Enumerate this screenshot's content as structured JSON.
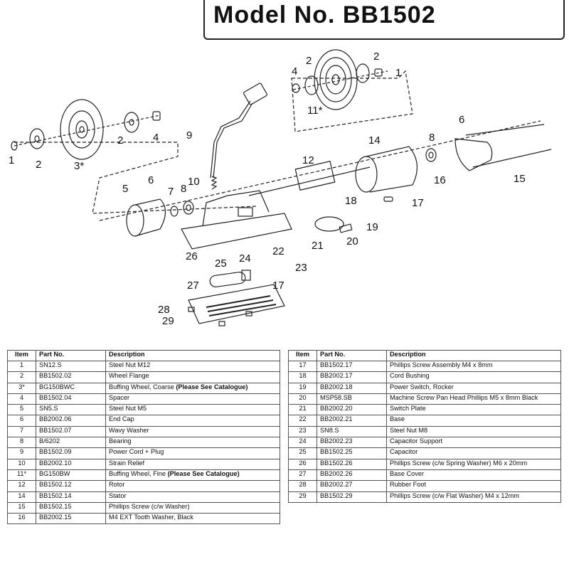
{
  "title": "Model No. BB1502",
  "diagram_labels": {
    "l1a": "1",
    "l2a": "2",
    "l3": "3*",
    "l2b": "2",
    "l4a": "4",
    "l4b": "4",
    "l2c": "2",
    "l11": "11*",
    "l2d": "2",
    "l1b": "1",
    "l9": "9",
    "l10": "10",
    "l5": "5",
    "l6a": "6",
    "l7": "7",
    "l8a": "8",
    "l12": "12",
    "l14": "14",
    "l8b": "8",
    "l6b": "6",
    "l15": "15",
    "l16": "16",
    "l17a": "17",
    "l18": "18",
    "l19": "19",
    "l20": "20",
    "l21": "21",
    "l22": "22",
    "l26": "26",
    "l24": "24",
    "l25": "25",
    "l23": "23",
    "l27": "27",
    "l17b": "17",
    "l28": "28",
    "l29": "29"
  },
  "headers": {
    "item": "Item",
    "part": "Part No.",
    "desc": "Description"
  },
  "left_rows": [
    {
      "item": "1",
      "part": "SN12.S",
      "desc": "Steel Nut M12",
      "note": ""
    },
    {
      "item": "2",
      "part": "BB1502.02",
      "desc": "Wheel Flange",
      "note": ""
    },
    {
      "item": "3*",
      "part": "BG150BWC",
      "desc": "Buffing Wheel, Coarse ",
      "note": "(Please See Catalogue)"
    },
    {
      "item": "4",
      "part": "BB1502.04",
      "desc": "Spacer",
      "note": ""
    },
    {
      "item": "5",
      "part": "SN5.S",
      "desc": "Steel Nut M5",
      "note": ""
    },
    {
      "item": "6",
      "part": "BB2002.06",
      "desc": "End Cap",
      "note": ""
    },
    {
      "item": "7",
      "part": "BB1502.07",
      "desc": "Wavy Washer",
      "note": ""
    },
    {
      "item": "8",
      "part": "B/6202",
      "desc": "Bearing",
      "note": ""
    },
    {
      "item": "9",
      "part": "BB1502.09",
      "desc": "Power Cord + Plug",
      "note": ""
    },
    {
      "item": "10",
      "part": "BB2002.10",
      "desc": "Strain Relief",
      "note": ""
    },
    {
      "item": "11*",
      "part": "BG150BW",
      "desc": "Buffing Wheel, Fine ",
      "note": "(Please See Catalogue)"
    },
    {
      "item": "12",
      "part": "BB1502.12",
      "desc": "Rotor",
      "note": ""
    },
    {
      "item": "14",
      "part": "BB1502.14",
      "desc": "Stator",
      "note": ""
    },
    {
      "item": "15",
      "part": "BB1502.15",
      "desc": "Phillips Screw (c/w Washer)",
      "note": ""
    },
    {
      "item": "16",
      "part": "BB2002.15",
      "desc": "M4 EXT Tooth Washer, Black",
      "note": ""
    }
  ],
  "right_rows": [
    {
      "item": "17",
      "part": "BB1502.17",
      "desc": "Phillips Screw Assembly M4 x 8mm"
    },
    {
      "item": "18",
      "part": "BB2002.17",
      "desc": "Cord Bushing"
    },
    {
      "item": "19",
      "part": "BB2002.18",
      "desc": "Power Switch, Rocker"
    },
    {
      "item": "20",
      "part": "MSP58.SB",
      "desc": "Machine Screw Pan Head Phillips M5 x 8mm Black"
    },
    {
      "item": "21",
      "part": "BB2002.20",
      "desc": "Switch Plate"
    },
    {
      "item": "22",
      "part": "BB2002.21",
      "desc": "Base"
    },
    {
      "item": "23",
      "part": "SN8.S",
      "desc": "Steel Nut M8"
    },
    {
      "item": "24",
      "part": "BB2002.23",
      "desc": "Capacitor Support"
    },
    {
      "item": "25",
      "part": "BB1502.25",
      "desc": "Capacitor"
    },
    {
      "item": "26",
      "part": "BB1502.26",
      "desc": "Phillips Screw (c/w Spring Washer) M6 x 20mm"
    },
    {
      "item": "27",
      "part": "BB2002.26",
      "desc": "Base Cover"
    },
    {
      "item": "28",
      "part": "BB2002.27",
      "desc": "Rubber Foot"
    },
    {
      "item": "29",
      "part": "BB1502.29",
      "desc": "Phillips Screw (c/w Flat Washer) M4 x 12mm"
    }
  ]
}
